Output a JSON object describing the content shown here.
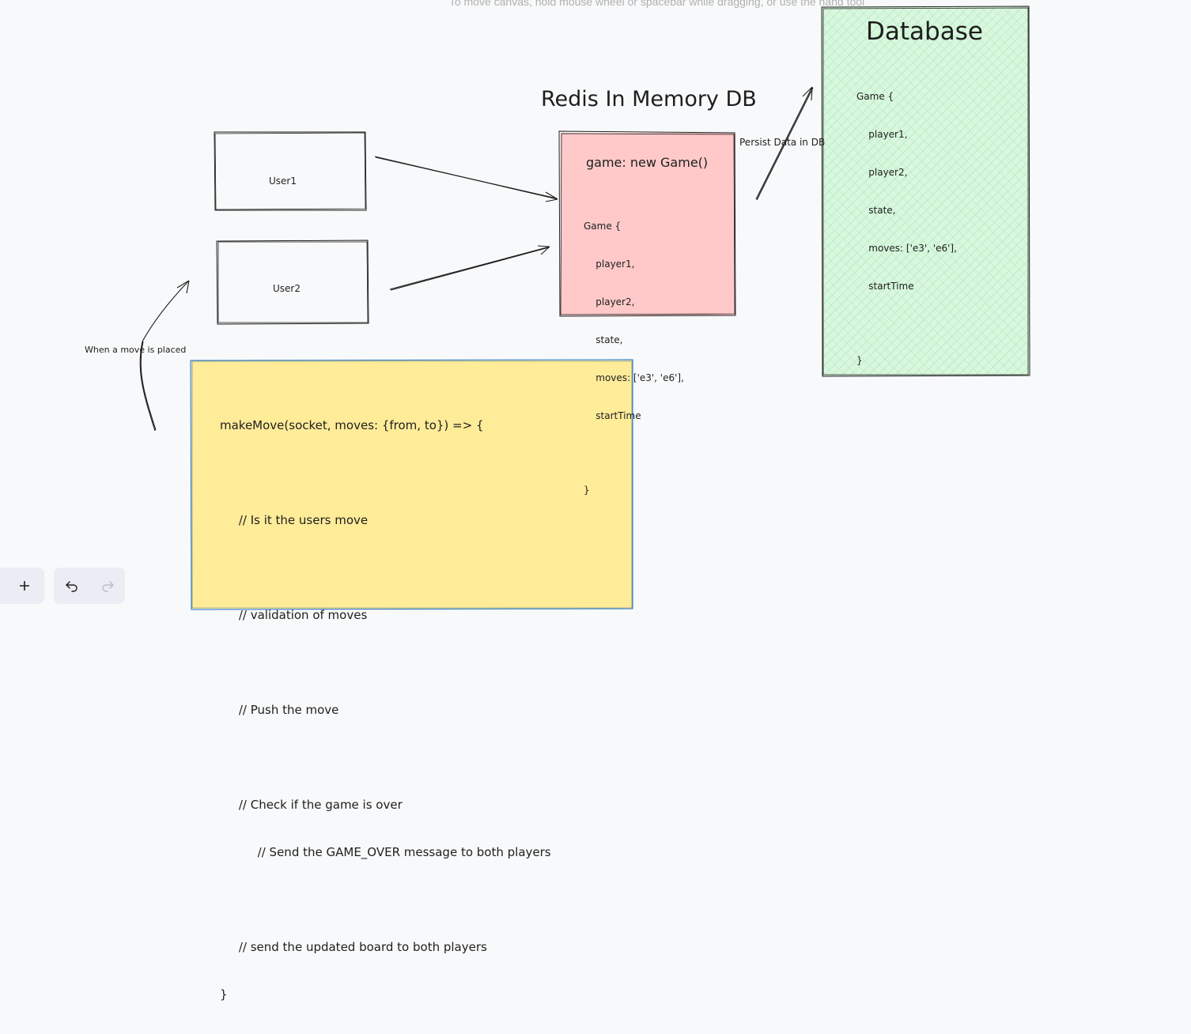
{
  "canvas_hint": "To move canvas, hold mouse wheel or spacebar while dragging, or use the hand tool",
  "labels": {
    "user1": "User1",
    "user2": "User2",
    "redis_title": "Redis In Memory DB",
    "database_title": "Database",
    "persist_arrow": "Persist Data in DB",
    "move_arrow": "When a move is placed"
  },
  "redis_box": {
    "game_line": "game: new Game()",
    "game_struct": [
      "Game {",
      "    player1,",
      "    player2,",
      "    state,",
      "    moves: ['e3', 'e6'],",
      "    startTime",
      "",
      "}"
    ]
  },
  "database_box": {
    "game_struct": [
      "Game {",
      "    player1,",
      "    player2,",
      "    state,",
      "    moves: ['e3', 'e6'],",
      "    startTime",
      "",
      "}"
    ]
  },
  "code_note": {
    "lines": [
      "makeMove(socket, moves: {from, to}) => {",
      "",
      "     // Is it the users move",
      "",
      "     // validation of moves",
      "",
      "     // Push the move",
      "",
      "     // Check if the game is over",
      "          // Send the GAME_OVER message to both players",
      "",
      "     // send the updated board to both players",
      "}"
    ]
  },
  "toolbar": {
    "add_icon": "plus-icon",
    "undo_icon": "undo-icon",
    "redo_icon": "redo-icon"
  },
  "colors": {
    "redis_fill": "#ffc9c9",
    "database_fill": "#b2f2bb",
    "note_fill": "#ffec99",
    "note_stroke": "#1971c2",
    "stroke": "#1e1e1e"
  }
}
